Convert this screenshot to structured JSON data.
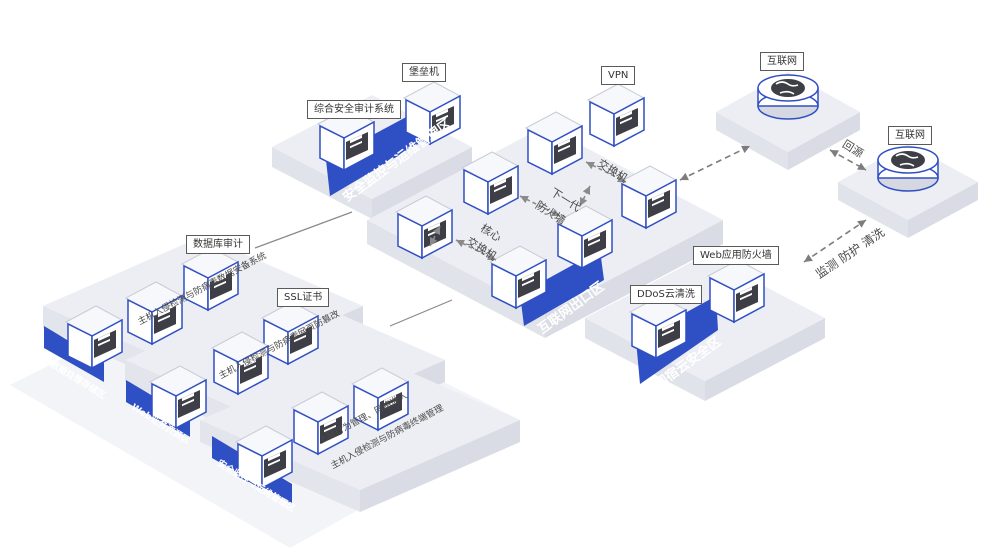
{
  "zones": {
    "ops_top": "安全监控与运维管理区",
    "internet_exit": "互联网出口区",
    "cloud_security": "网宿云安全区",
    "data_storage": "数据处理存储区",
    "web_service": "Web业务资源区",
    "ops_bottom": "安全监控与运维管理区"
  },
  "callouts": {
    "bastion": "堡垒机",
    "audit_system": "综合安全审计系统",
    "vpn": "VPN",
    "internet_1": "互联网",
    "internet_2": "互联网",
    "db_audit": "数据库审计",
    "ssl_cert": "SSL证书",
    "waf": "Web应用防火墙",
    "ddos": "DDoS云清洗"
  },
  "captions": {
    "switch": "交换机",
    "ngfw_line1": "下一代",
    "ngfw_line2": "防火墙",
    "core_line1": "核心",
    "core_line2": "交换机",
    "backsource": "回源",
    "monitor": "监测 防护 清洗",
    "data_zone_desc": "主机入侵检测与防病毒数据安备系统",
    "web_zone_desc": "主机入侵检测与防病毒网页防篡改",
    "ops_zone_desc1": "上网行为管理、网络准入",
    "ops_zone_desc2": "主机入侵检测与防病毒终端管理"
  },
  "colors": {
    "accent_blue": "#2f4fc4",
    "platform_top": "#eceef3",
    "platform_side": "#d9dce4",
    "device_fill": "#ffffff",
    "icon_dark": "#3e3e46",
    "connector": "#8a8a8a"
  }
}
